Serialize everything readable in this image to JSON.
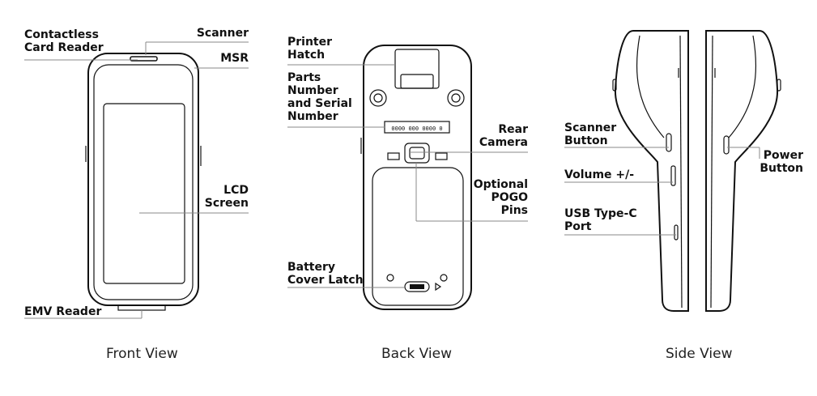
{
  "front": {
    "contactless": "Contactless\nCard Reader",
    "scanner": "Scanner",
    "msr": "MSR",
    "lcd": "LCD\nScreen",
    "emv": "EMV Reader",
    "caption": "Front View"
  },
  "back": {
    "printer": "Printer\nHatch",
    "parts": "Parts\nNumber\nand Serial\nNumber",
    "camera": "Rear\nCamera",
    "pogo": "Optional\nPOGO\nPins",
    "battery": "Battery\nCover Latch",
    "serial_digits": "0000 000    0000 0",
    "caption": "Back View"
  },
  "side": {
    "scanner_btn": "Scanner\nButton",
    "volume": "Volume +/-",
    "usb": "USB Type-C\nPort",
    "power": "Power\nButton",
    "caption": "Side View"
  }
}
